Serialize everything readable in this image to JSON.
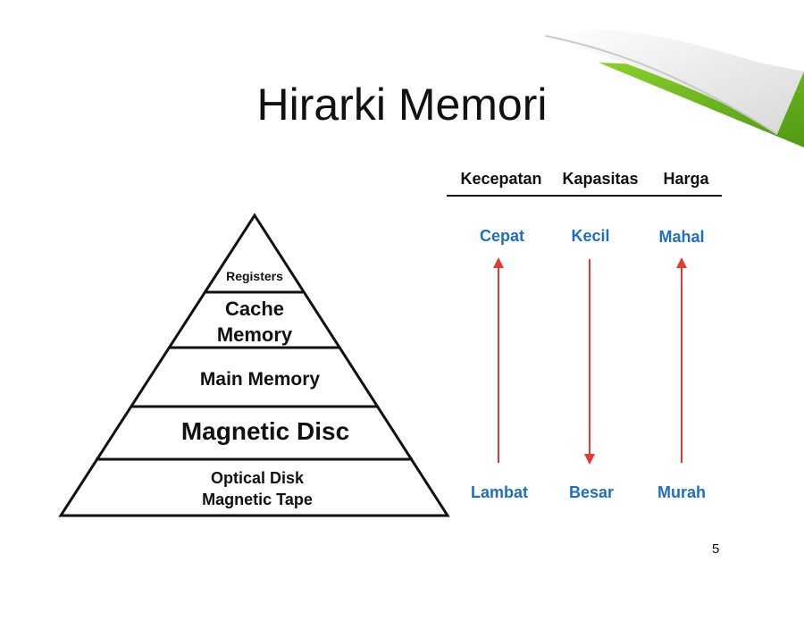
{
  "slide": {
    "title": "Hirarki Memori",
    "number": "5"
  },
  "pyramid": {
    "levels": [
      {
        "lines": [
          "Registers"
        ]
      },
      {
        "lines": [
          "Cache",
          "Memory"
        ]
      },
      {
        "lines": [
          "Main Memory"
        ]
      },
      {
        "lines": [
          "Magnetic Disc"
        ]
      },
      {
        "lines": [
          "Optical Disk",
          "Magnetic Tape"
        ]
      }
    ]
  },
  "comparison": {
    "headers": [
      "Kecepatan",
      "Kapasitas",
      "Harga"
    ],
    "columns": [
      {
        "top": "Cepat",
        "bottom": "Lambat",
        "arrow": "up"
      },
      {
        "top": "Kecil",
        "bottom": "Besar",
        "arrow": "down"
      },
      {
        "top": "Mahal",
        "bottom": "Murah",
        "arrow": "up"
      }
    ]
  },
  "colors": {
    "label_blue": "#1f6fc0",
    "arrow_red": "#e53935",
    "curl_green": "#6aaa1e"
  }
}
